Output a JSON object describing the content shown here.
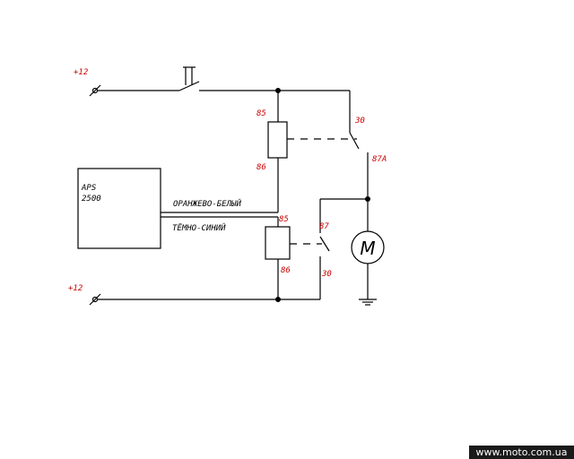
{
  "power_top": {
    "label": "+12"
  },
  "power_bottom": {
    "label": "+12"
  },
  "module": {
    "line1": "APS",
    "line2": "2500"
  },
  "wires": {
    "upper": "ОРАНЖЕВО-БЕЛЫЙ",
    "lower": "ТЁМНО-СИНИЙ"
  },
  "relay_top": {
    "coil_in": "85",
    "coil_out": "86",
    "common": "30",
    "contact": "87A"
  },
  "relay_bottom": {
    "coil_in": "85",
    "coil_out": "86",
    "contact": "87",
    "common": "30"
  },
  "motor": {
    "symbol": "M"
  },
  "watermark": "www.moto.com.ua"
}
